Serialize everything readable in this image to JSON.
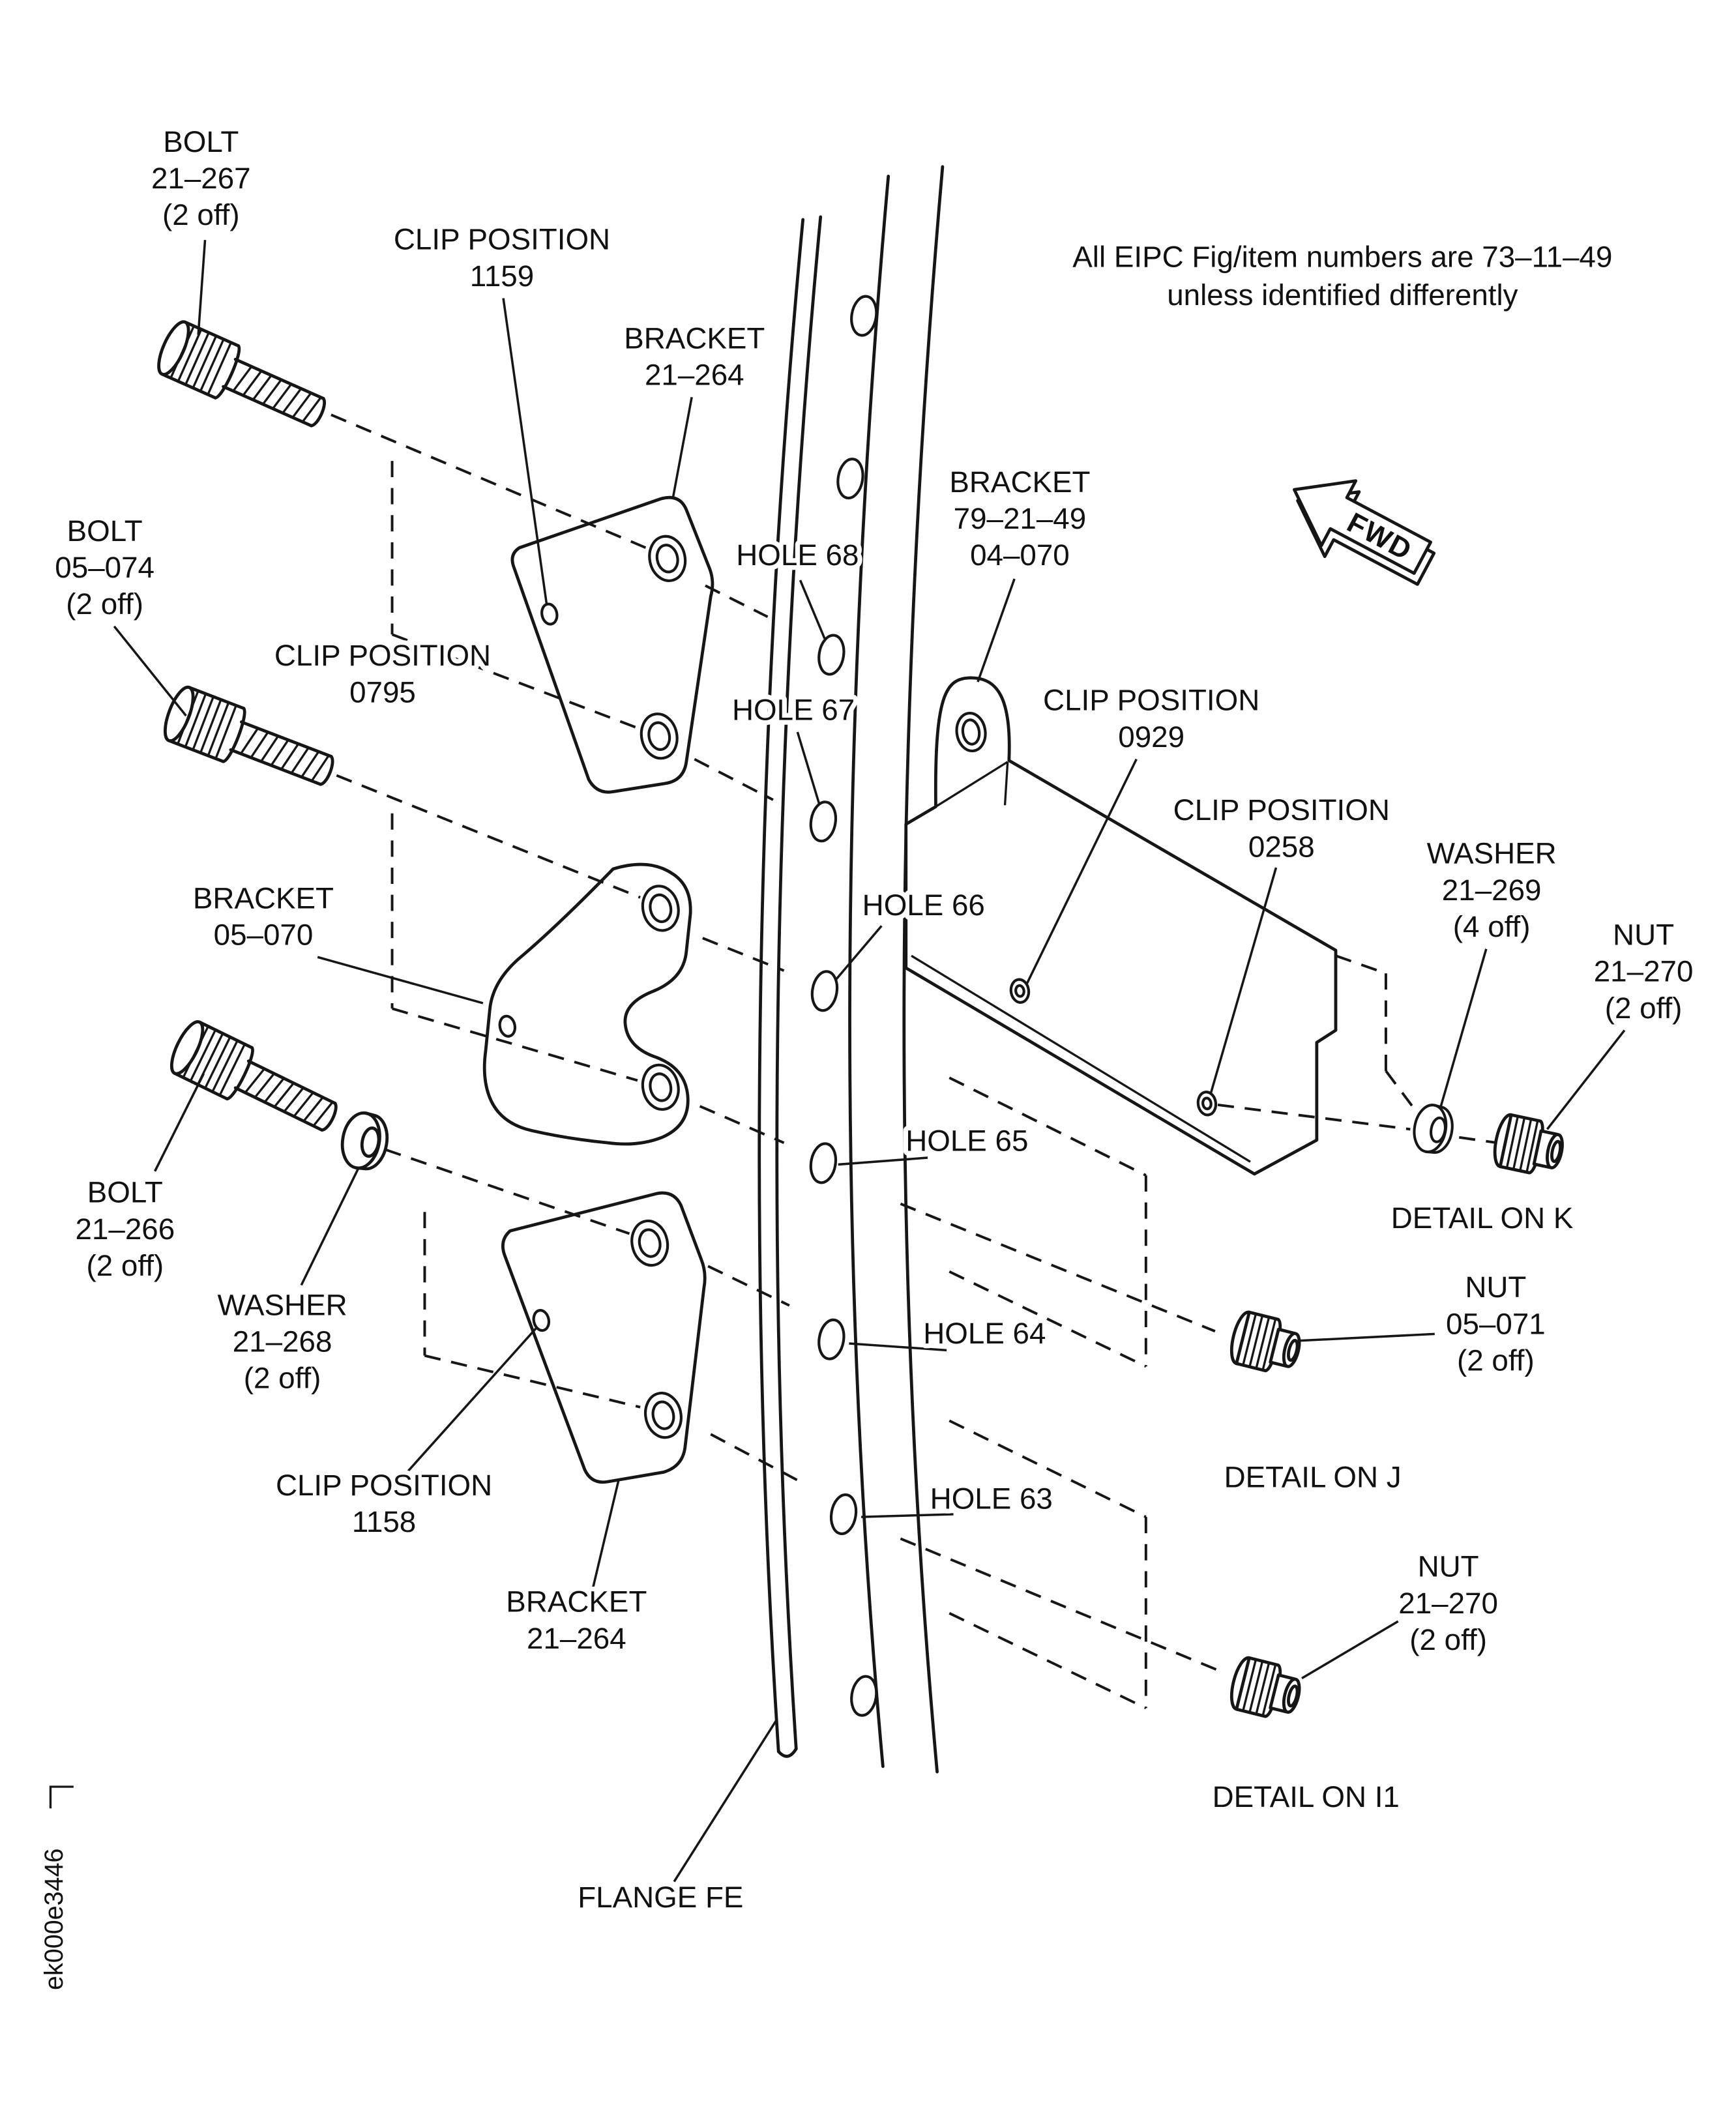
{
  "figure": {
    "code": "ek000e3446",
    "note_line1": "All EIPC Fig/item numbers are 73–11–49",
    "note_line2": "unless identified differently",
    "fwd": "FWD"
  },
  "colors": {
    "ink": "#161616",
    "paper": "#ffffff"
  },
  "labels": {
    "bolt_21_267": {
      "l1": "BOLT",
      "l2": "21–267",
      "l3": "(2 off)"
    },
    "clip_1159": {
      "l1": "CLIP POSITION",
      "l2": "1159"
    },
    "bracket_21_264_top": {
      "l1": "BRACKET",
      "l2": "21–264"
    },
    "bolt_05_074": {
      "l1": "BOLT",
      "l2": "05–074",
      "l3": "(2 off)"
    },
    "bracket_79_21_49": {
      "l1": "BRACKET",
      "l2": "79–21–49",
      "l3": "04–070"
    },
    "hole_68": {
      "l1": "HOLE 68"
    },
    "clip_0795": {
      "l1": "CLIP POSITION",
      "l2": "0795"
    },
    "hole_67": {
      "l1": "HOLE 67"
    },
    "clip_0929": {
      "l1": "CLIP POSITION",
      "l2": "0929"
    },
    "clip_0258": {
      "l1": "CLIP POSITION",
      "l2": "0258"
    },
    "washer_21_269": {
      "l1": "WASHER",
      "l2": "21–269",
      "l3": "(4 off)"
    },
    "nut_21_270_k": {
      "l1": "NUT",
      "l2": "21–270",
      "l3": "(2 off)"
    },
    "bracket_05_070": {
      "l1": "BRACKET",
      "l2": "05–070"
    },
    "hole_66": {
      "l1": "HOLE 66"
    },
    "hole_65": {
      "l1": "HOLE 65"
    },
    "detail_k": {
      "l1": "DETAIL ON K"
    },
    "bolt_21_266": {
      "l1": "BOLT",
      "l2": "21–266",
      "l3": "(2 off)"
    },
    "washer_21_268": {
      "l1": "WASHER",
      "l2": "21–268",
      "l3": "(2 off)"
    },
    "nut_05_071": {
      "l1": "NUT",
      "l2": "05–071",
      "l3": "(2 off)"
    },
    "hole_64": {
      "l1": "HOLE 64"
    },
    "detail_j": {
      "l1": "DETAIL ON J"
    },
    "clip_1158": {
      "l1": "CLIP POSITION",
      "l2": "1158"
    },
    "hole_63": {
      "l1": "HOLE 63"
    },
    "nut_21_270_i1": {
      "l1": "NUT",
      "l2": "21–270",
      "l3": "(2 off)"
    },
    "bracket_21_264_bottom": {
      "l1": "BRACKET",
      "l2": "21–264"
    },
    "detail_i1": {
      "l1": "DETAIL ON I1"
    },
    "flange_fe": {
      "l1": "FLANGE FE"
    }
  }
}
